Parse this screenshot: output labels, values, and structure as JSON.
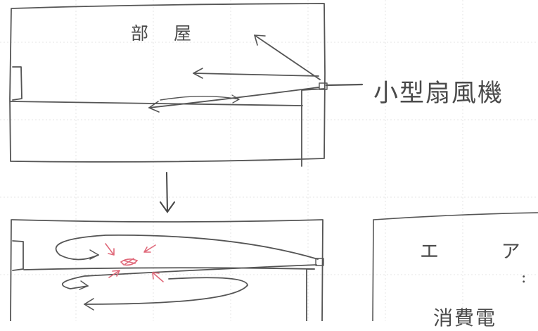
{
  "room_diagram": {
    "room_label": "部 屋",
    "fan_label": "小型扇風機"
  },
  "panel": {
    "line_1": "エ ア",
    "line_2": ":",
    "line_3": "消費電"
  },
  "colors": {
    "pencil": "#555555",
    "red_pencil": "#e0697a",
    "grid": "#e6e6e6"
  }
}
